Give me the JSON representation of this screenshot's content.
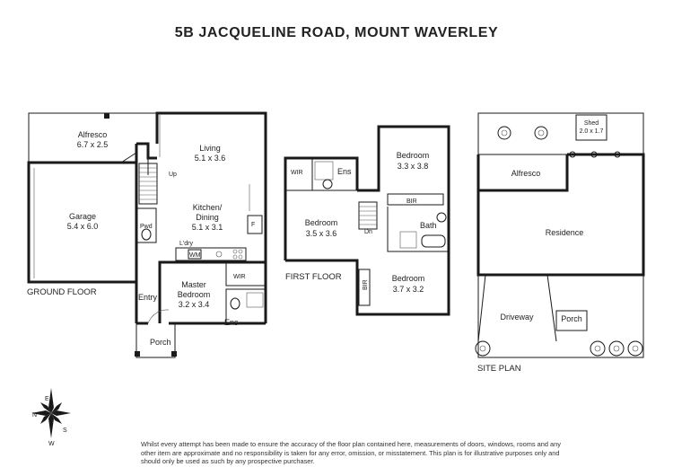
{
  "title": "5B JACQUELINE ROAD, MOUNT WAVERLEY",
  "ground_floor": {
    "caption": "GROUND FLOOR",
    "rooms": {
      "alfresco": {
        "name": "Alfresco",
        "size": "6.7 x 2.5"
      },
      "living": {
        "name": "Living",
        "size": "5.1 x 3.6"
      },
      "garage": {
        "name": "Garage",
        "size": "5.4 x 6.0"
      },
      "kitchen": {
        "name_1": "Kitchen/",
        "name_2": "Dining",
        "size": "5.1 x 3.1"
      },
      "master": {
        "name_1": "Master",
        "name_2": "Bedroom",
        "size": "3.2 x 3.4"
      }
    },
    "labels": {
      "up": "Up",
      "pwd": "Pwd",
      "fridge": "F",
      "laundry": "L'dry",
      "wm": "WM",
      "wir": "WIR",
      "entry": "Entry",
      "ens": "Ens",
      "porch": "Porch"
    }
  },
  "first_floor": {
    "caption": "FIRST FLOOR",
    "rooms": {
      "bed2": {
        "name": "Bedroom",
        "size": "3.3 x 3.8"
      },
      "bed1": {
        "name": "Bedroom",
        "size": "3.5 x 3.6"
      },
      "bed3": {
        "name": "Bedroom",
        "size": "3.7 x 3.2"
      }
    },
    "labels": {
      "wir": "WIR",
      "ens": "Ens",
      "bir": "BIR",
      "bath": "Bath",
      "dn": "Dn",
      "bir2": "BIR"
    }
  },
  "site_plan": {
    "caption": "SITE PLAN",
    "labels": {
      "shed": "Shed",
      "shed_size": "2.0 x 1.7",
      "alfresco": "Alfresco",
      "residence": "Residence",
      "driveway": "Driveway",
      "porch": "Porch"
    }
  },
  "compass": {
    "n": "N",
    "e": "E",
    "s": "S",
    "w": "W"
  },
  "disclaimer": "Whilst every attempt has been made to ensure the accuracy of the floor plan contained here, measurements of doors, windows, rooms and any other item are approximate and no responsibility is taken for any error, omission, or misstatement. This plan is for illustrative purposes only and should only be used as such by any prospective purchaser."
}
